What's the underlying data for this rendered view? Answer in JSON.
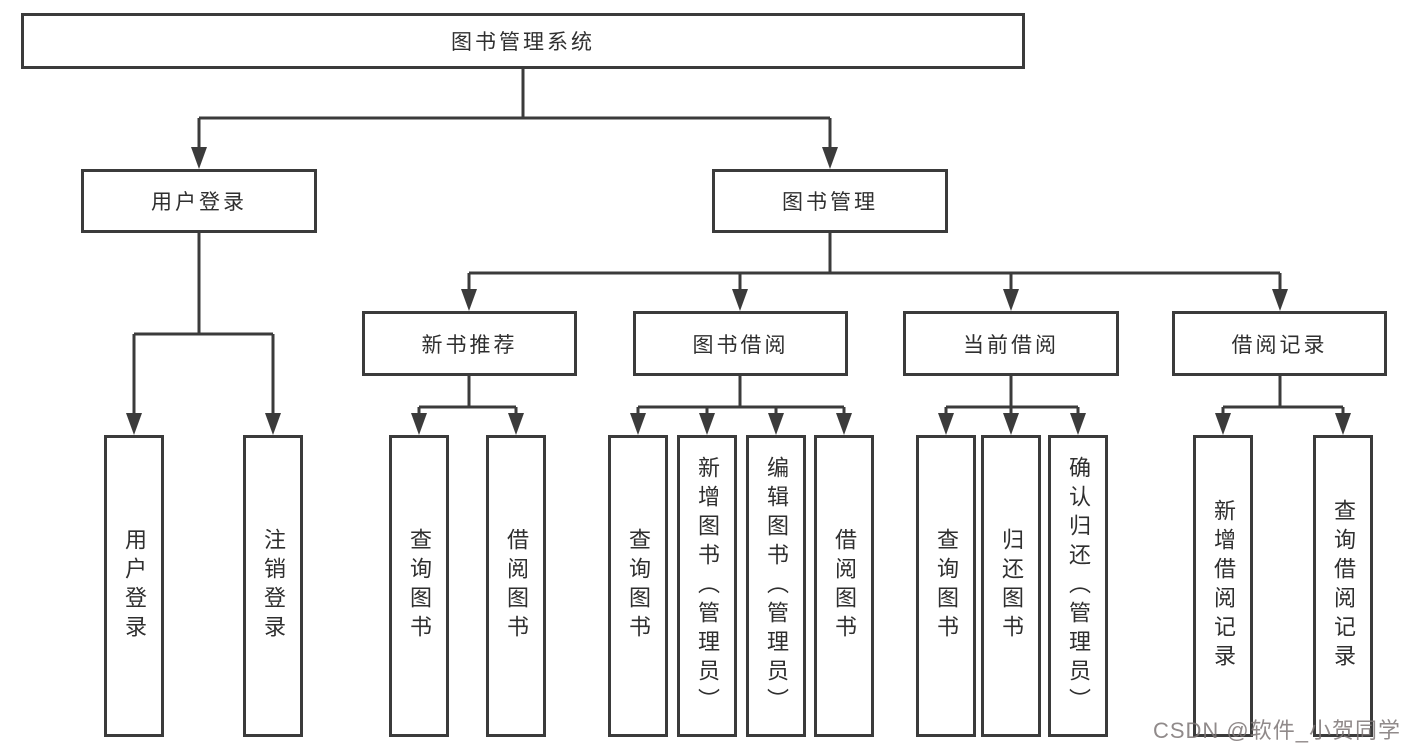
{
  "diagram": {
    "title": {
      "label": "图书管理系统"
    },
    "level2": [
      {
        "label": "用户登录"
      },
      {
        "label": "图书管理"
      }
    ],
    "level3": [
      {
        "label": "新书推荐"
      },
      {
        "label": "图书借阅"
      },
      {
        "label": "当前借阅"
      },
      {
        "label": "借阅记录"
      }
    ],
    "leaves": {
      "user_login": [
        {
          "label": "用户登录"
        },
        {
          "label": "注销登录"
        }
      ],
      "new_rec": [
        {
          "label": "查询图书"
        },
        {
          "label": "借阅图书"
        }
      ],
      "borrow": [
        {
          "label": "查询图书"
        },
        {
          "label": "新增图书（管理员）"
        },
        {
          "label": "编辑图书（管理员）"
        },
        {
          "label": "借阅图书"
        }
      ],
      "current": [
        {
          "label": "查询图书"
        },
        {
          "label": "归还图书"
        },
        {
          "label": "确认归还（管理员）"
        }
      ],
      "records": [
        {
          "label": "新增借阅记录"
        },
        {
          "label": "查询借阅记录"
        }
      ]
    }
  },
  "watermark": {
    "text": "CSDN @软件_小贺同学"
  },
  "colors": {
    "background": "#ffffff",
    "line": "#3b3b3b",
    "box_border": "#3b3b3b",
    "text": "#2f2f2f",
    "watermark": "#7d7676"
  }
}
